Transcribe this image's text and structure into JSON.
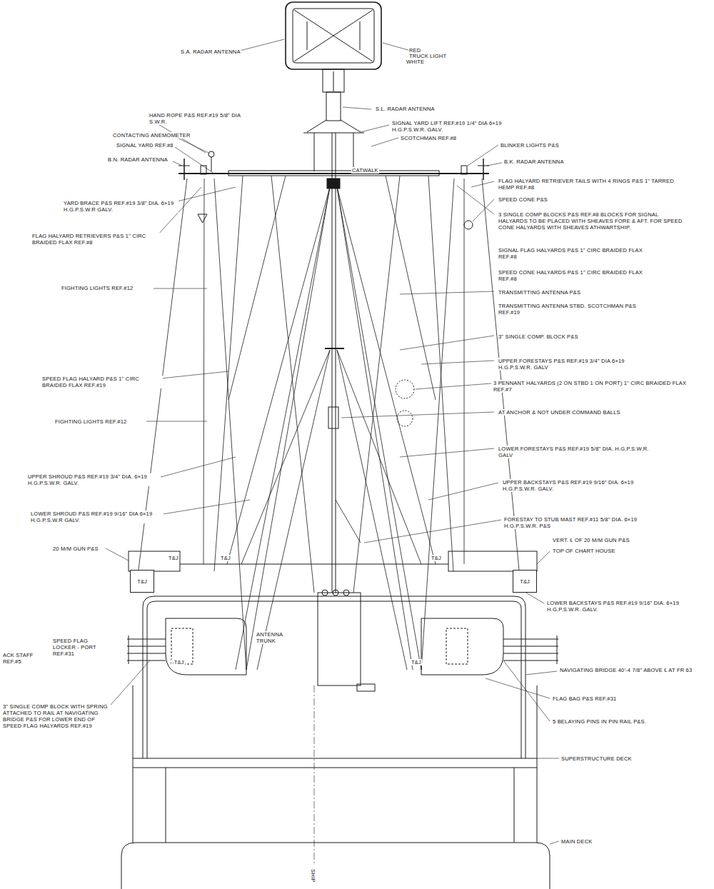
{
  "diagram": {
    "nodes": [
      {
        "text": [
          "T&J"
        ]
      },
      {
        "text": [
          "T&J"
        ]
      }
    ],
    "labels": [
      "S.A. RADAR ANTENNA",
      "HAND ROPE P&S REF.#19 5/8\" DIA S.W.R.",
      "CONTACTING ANEMOMETER",
      "SIGNAL YARD REF.#8",
      "B.N. RADAR ANTENNA",
      "YARD BRACE P&S REF.#19 3/8\" DIA. 6×19 H.G.P.S.W.R GALV.",
      "FLAG HALYARD RETRIEVERS P&S 1\" CIRC BRAIDED FLAX REF.#8",
      "FIGHTING LIGHTS REF.#12",
      "SPEED FLAG HALYARD P&S 1\" CIRC BRAIDED FLAX REF.#19",
      "FIGHTING LIGHTS REF.#12",
      "UPPER SHROUD P&S REF.#19 3/4\" DIA. 6×19 H.G.P.S.W.R. GALV.",
      "LOWER SHROUD P&S REF.#19 9/16\" DIA 6×19 H.G.P.S.W.R GALV.",
      "20 M/M GUN P&S",
      "SPEED FLAG LOCKER - PORT REF.#31",
      "ACK STAFF REF.#5",
      "3\" SINGLE COMP BLOCK WITH SPRING ATTACHED TO RAIL AT NAVIGATING BRIDGE P&S FOR LOWER END OF SPEED FLAG HALYARDS REF.#19",
      "RED",
      "TRUCK LIGHT",
      "WHITE",
      "S.L. RADAR ANTENNA",
      "SIGNAL YARD LIFT REF.#19 1/4\" DIA 6×19 H.G.P.S.W.R. GALV.",
      "SCOTCHMAN REF.#8",
      "BLINKER LIGHTS P&S",
      "B.K. RADAR ANTENNA",
      "CATWALK",
      "FLAG HALYARD RETRIEVER TAILS WITH 4 RINGS P&S 1\" TARRED HEMP REF.#8",
      "SPEED CONE P&S",
      "3 SINGLE COMP BLOCKS P&S REF.#8 BLOCKS FOR SIGNAL HALYARDS TO BE PLACED WITH SHEAVES FORE & AFT. FOR SPEED CONE HALYARDS WITH SHEAVES ATHWARTSHIP.",
      "SIGNAL FLAG HALYARDS P&S 1\" CIRC BRAIDED FLAX REF.#8",
      "SPEED CONE HALYARDS P&S 1\" CIRC BRAIDED FLAX REF.#8",
      "TRANSMITTING ANTENNA P&S",
      "TRANSMITTING ANTENNA STBD. SCOTCHMAN P&S REF.#19",
      "3\" SINGLE COMP. BLOCK P&S",
      "UPPER FORESTAYS P&S REF.#19 3/4\" DIA 6×19 H.G.P.S.W.R. GALV",
      "3 PENNANT HALYARDS (2 ON STBD 1 ON PORT) 1\" CIRC BRAIDED FLAX REF.#7",
      "AT ANCHOR & NOT UNDER COMMAND BALLS",
      "LOWER FORESTAYS P&S REF.#19 5/8\" DIA. H.G.P.S.W.R. GALV",
      "UPPER BACKSTAYS P&S REF.#19 9/16\" DIA. 6×19 H.G.P.S.W.R. GALV.",
      "FORESTAY TO STUB MAST REF.#11 5/8\" DIA. 6×19 H.G.P.S.W.R. P&S",
      "VERT. ℄ OF 20 M/M GUN P&S",
      "TOP OF CHART HOUSE",
      "LOWER BACKSTAYS P&S REF.#19 9/16\" DIA. 6×19 H.G.P.S.W.R. GALV.",
      "ANTENNA TRUNK",
      "NAVIGATING BRIDGE 40'-4 7/8\" ABOVE ℄ AT FR 63",
      "FLAG BAG P&S REF.#31",
      "5 BELAYING PINS IN PIN RAIL P&S.",
      "SUPERSTRUCTURE DECK",
      "MAIN DECK",
      "SHIP",
      "T&J",
      "T&J",
      "T&J",
      "-T&J",
      "T&J"
    ]
  }
}
